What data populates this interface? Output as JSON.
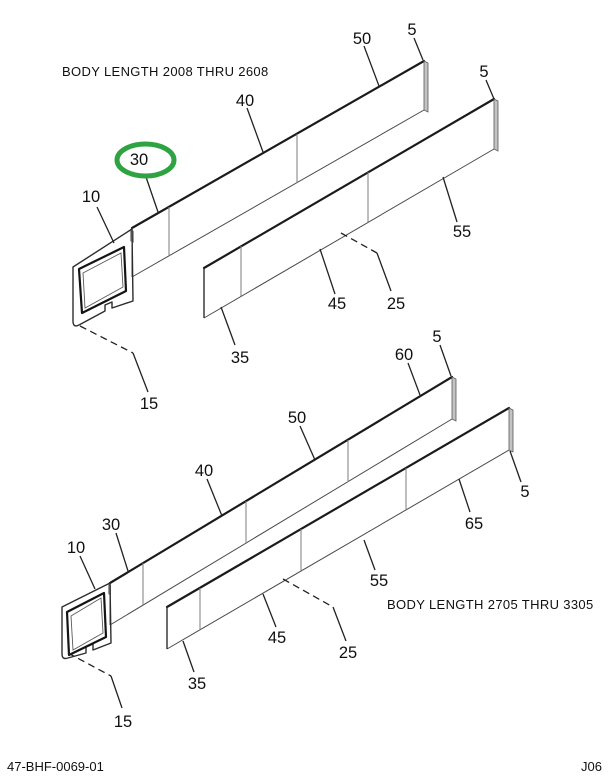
{
  "page": {
    "background": "#ffffff",
    "footer_left": "47-BHF-0069-01",
    "footer_right": "J06"
  },
  "highlight": {
    "callout": "30",
    "color": "#2fa342",
    "shape": "ellipse"
  },
  "diagrams": [
    {
      "id": "upper",
      "title": "BODY LENGTH 2008 THRU 2608",
      "callouts": [
        {
          "label": "50"
        },
        {
          "label": "5"
        },
        {
          "label": "40"
        },
        {
          "label": "30"
        },
        {
          "label": "10"
        },
        {
          "label": "5"
        },
        {
          "label": "55"
        },
        {
          "label": "45"
        },
        {
          "label": "25"
        },
        {
          "label": "35"
        },
        {
          "label": "15"
        }
      ]
    },
    {
      "id": "lower",
      "title": "BODY LENGTH 2705 THRU 3305",
      "callouts": [
        {
          "label": "5"
        },
        {
          "label": "60"
        },
        {
          "label": "50"
        },
        {
          "label": "40"
        },
        {
          "label": "30"
        },
        {
          "label": "10"
        },
        {
          "label": "65"
        },
        {
          "label": "5"
        },
        {
          "label": "55"
        },
        {
          "label": "45"
        },
        {
          "label": "35"
        },
        {
          "label": "25"
        },
        {
          "label": "15"
        }
      ]
    }
  ]
}
